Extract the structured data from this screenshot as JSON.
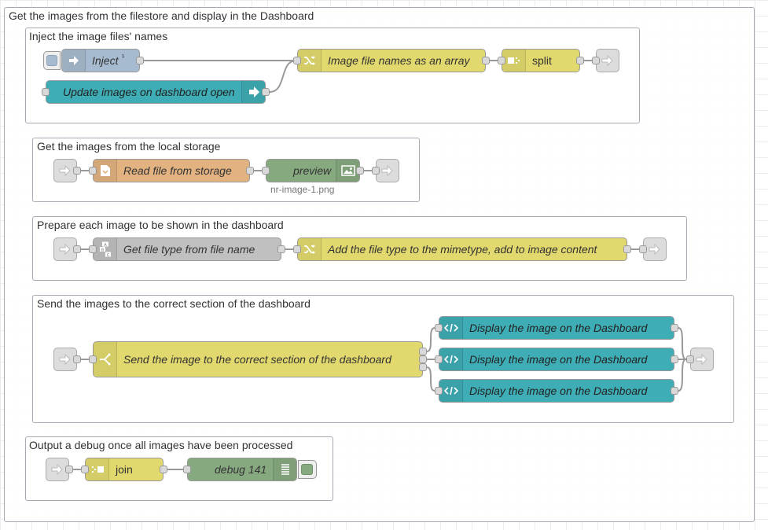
{
  "colors": {
    "function_yellow": "#e2d96e",
    "inject_blue": "#a6bbcf",
    "ui_teal": "#3fadb5",
    "storage_orange": "#e2b281",
    "output_green": "#87a980",
    "change_grey": "#c0c0c0",
    "link_grey": "#dcdcdc"
  },
  "outer_group": {
    "label": "Get the images from the filestore and display in the Dashboard"
  },
  "groups": {
    "inject": {
      "label": "Inject the image files' names",
      "inject_node": "Inject",
      "inject_badge": "¹",
      "update_node": "Update images on dashboard open",
      "names_node": "Image file names as an array",
      "split_node": "split"
    },
    "storage": {
      "label": "Get the images from the local storage",
      "read_node": "Read file from storage",
      "preview_node": "preview",
      "preview_status": "nr-image-1.png"
    },
    "prepare": {
      "label": "Prepare each image to be shown in the dashboard",
      "filetype_node": "Get file type from file name",
      "mimetype_node": "Add the file type to the mimetype, add to image content"
    },
    "send": {
      "label": "Send the images to the correct section of the dashboard",
      "switch_node": "Send the image to the correct section of the dashboard",
      "display_nodes": [
        "Display the image on the Dashboard",
        "Display the image on the Dashboard",
        "Display the image on the Dashboard"
      ]
    },
    "debug": {
      "label": "Output a debug once all images have been processed",
      "join_node": "join",
      "debug_node": "debug 141"
    }
  }
}
